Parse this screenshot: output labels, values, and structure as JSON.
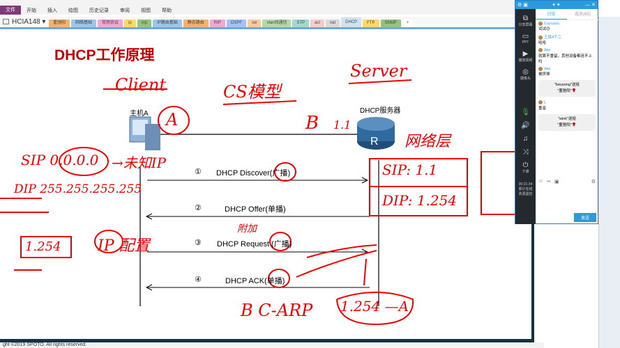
{
  "menubar": {
    "items": [
      "文件",
      "开始",
      "插入",
      "绘图",
      "历史记录",
      "审阅",
      "视图",
      "帮助"
    ]
  },
  "notebook": {
    "name": "HCIA148"
  },
  "sections": [
    {
      "label": "重驰阳",
      "color": "#f6b26b"
    },
    {
      "label": "网络基础",
      "color": "#9fc5e8"
    },
    {
      "label": "常用协议",
      "color": "#f4a6d7"
    },
    {
      "label": "ip",
      "color": "#ffd966"
    },
    {
      "label": "vrp",
      "color": "#93c47d"
    },
    {
      "label": "IP路由基础",
      "color": "#9fc5e8"
    },
    {
      "label": "静态路由",
      "color": "#f6b26b"
    },
    {
      "label": "RIP",
      "color": "#f4a6d7"
    },
    {
      "label": "OSPF",
      "color": "#a4c2f4"
    },
    {
      "label": "sw",
      "color": "#f9cb9c"
    },
    {
      "label": "vlan间通信",
      "color": "#b6d7a8"
    },
    {
      "label": "STP",
      "color": "#a2d9ce"
    },
    {
      "label": "acl",
      "color": "#f4cccc"
    },
    {
      "label": "nat",
      "color": "#d9d9d9"
    },
    {
      "label": "DHCP",
      "color": "#cfe2f3",
      "active": true
    },
    {
      "label": "FTP",
      "color": "#ffd966"
    },
    {
      "label": "SNMP",
      "color": "#93c47d"
    },
    {
      "label": "+",
      "color": "#ffffff"
    }
  ],
  "slide": {
    "title": "DHCP工作原理",
    "host_label": "主机A",
    "server_label": "DHCP服务器",
    "steps": [
      {
        "num": "①",
        "text": "DHCP Discover(广播)",
        "dir": "right"
      },
      {
        "num": "②",
        "text": "DHCP Offer(单播)",
        "dir": "left"
      },
      {
        "num": "③",
        "text": "DHCP Request (广播)",
        "dir": "right"
      },
      {
        "num": "④",
        "text": "DHCP ACK(单播)",
        "dir": "left"
      }
    ]
  },
  "annotations": {
    "client": "Client",
    "cs": "CS模型",
    "server": "Server",
    "a": "A",
    "b": "B",
    "b_ip": "1.1",
    "sip": "SIP 0.0.0.0",
    "unknown": "→未知IP",
    "dip": "DIP 255.255.255.255",
    "net_layer": "网络层",
    "sip_r": "SIP: 1.1",
    "dip_r": "DIP: 1.254",
    "ip": "1.254",
    "ip_conf": "IP 配置",
    "fu": "附加",
    "arp": "B C-ARP",
    "arp_r": "1.254 —A"
  },
  "footer": "ght ©2019 SPOTO. All rights reserved.",
  "chat": {
    "tabs": [
      "讨论",
      "成员(65)"
    ],
    "side": [
      "分享屏幕",
      "PPT",
      "播放视频",
      "摄像头",
      "下课"
    ],
    "timer": "00:21:34",
    "timer_sub": "累计在线",
    "monitor": "资源监控",
    "messages": [
      {
        "name": "Emmmm",
        "text": "试试😊"
      },
      {
        "name": "王辉4个二",
        "text": "哈哈"
      },
      {
        "name": "Wei",
        "text": "就算不重留，其他设备都连不上吗"
      },
      {
        "name": "Wei",
        "text": "被挤掉"
      }
    ],
    "gift1": {
      "line1": "\"beusong\"送给",
      "line2": "\"董驰阳\"🌹"
    },
    "msg5": {
      "name": "L",
      "text": "重音"
    },
    "gift2": {
      "line1": "\"wink\"送给",
      "line2": "\"董驰阳\"🌹"
    },
    "send": "发送"
  },
  "colors": {
    "title": "#c00000",
    "ink": "#e00000",
    "accent": "#2a9bdc"
  }
}
